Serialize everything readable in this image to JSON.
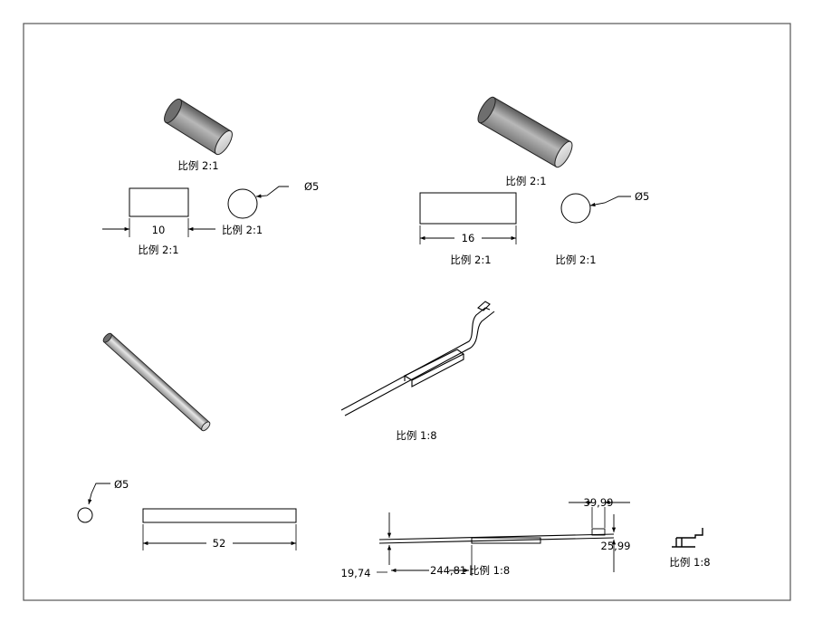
{
  "views": {
    "v1": {
      "scale_iso": "比例 2:1",
      "scale_side": "比例 2:1",
      "scale_end": "比例 2:1",
      "length_dim": "10",
      "diameter": "Ø5"
    },
    "v2": {
      "scale_iso": "比例 2:1",
      "scale_side": "比例 2:1",
      "scale_end": "比例 2:1",
      "length_dim": "16",
      "diameter": "Ø5"
    },
    "v3": {
      "length_dim": "52",
      "diameter": "Ø5"
    },
    "assembly": {
      "scale_iso": "比例 1:8",
      "scale_side": "比例 1:8",
      "scale_small": "比例 1:8",
      "dim_width": "39,99",
      "dim_height": "25,99",
      "dim_length": "244,81",
      "dim_offset": "19,74"
    }
  },
  "colors": {
    "border": "#555555",
    "line": "#000000",
    "shade_dark": "#6e6e6e",
    "shade_light": "#d8d8d8"
  }
}
